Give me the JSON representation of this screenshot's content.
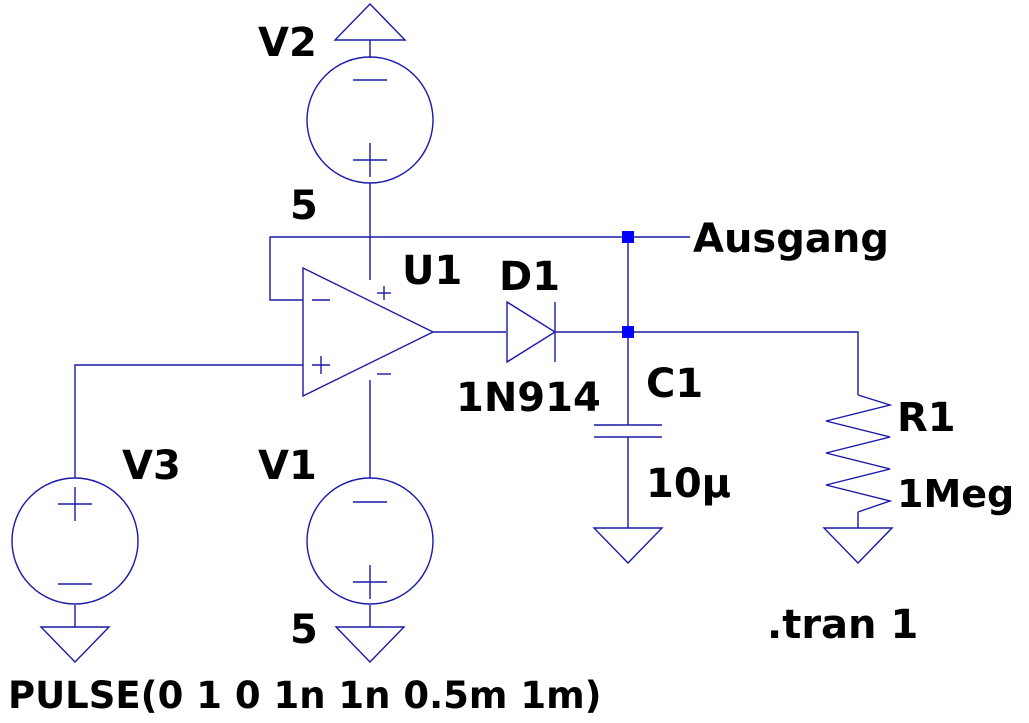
{
  "components": {
    "v2": {
      "name": "V2",
      "value": "5"
    },
    "v1": {
      "name": "V1",
      "value": "5"
    },
    "v3": {
      "name": "V3",
      "value": "PULSE(0 1 0 1n 1n 0.5m 1m)"
    },
    "u1": {
      "name": "U1"
    },
    "d1": {
      "name": "D1",
      "model": "1N914"
    },
    "c1": {
      "name": "C1",
      "value": "10µ"
    },
    "r1": {
      "name": "R1",
      "value": "1Meg"
    }
  },
  "net_labels": {
    "output": "Ausgang"
  },
  "directives": {
    "tran": ".tran 1"
  },
  "colors": {
    "wire": "#1a1aa8",
    "junction": "#0000ff",
    "text": "#000000",
    "background": "#ffffff"
  }
}
